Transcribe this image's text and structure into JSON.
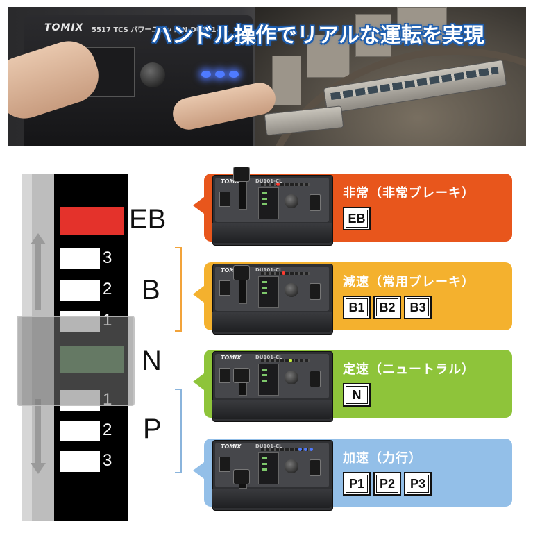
{
  "banner": {
    "headline": "ハンドル操作でリアルな運転を実現",
    "brand": "TOMIX",
    "model": "5517 TCS パワーユニット N-DU101-CL"
  },
  "strip": {
    "eb_label": "EB",
    "brake_numbers": [
      "3",
      "2",
      "1"
    ],
    "power_numbers": [
      "1",
      "2",
      "3"
    ],
    "group_b": "B",
    "group_n": "N",
    "group_p": "P"
  },
  "cards": [
    {
      "title": "非常（非常ブレーキ）",
      "badges": [
        "EB"
      ],
      "color": "#e8561c"
    },
    {
      "title": "減速（常用ブレーキ）",
      "badges": [
        "B1",
        "B2",
        "B3"
      ],
      "color": "#f4b12e"
    },
    {
      "title": "定速（ニュートラル）",
      "badges": [
        "N"
      ],
      "color": "#8ec43a"
    },
    {
      "title": "加速（力行）",
      "badges": [
        "P1",
        "P2",
        "P3"
      ],
      "color": "#93bfe8"
    }
  ],
  "device": {
    "brand": "TOMIX",
    "model": "DU101-CL"
  }
}
